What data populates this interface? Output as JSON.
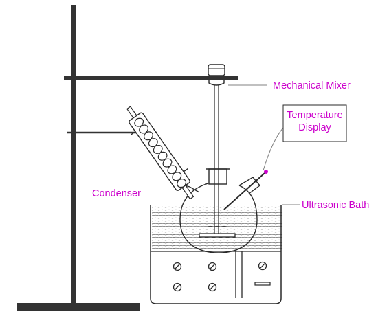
{
  "labels": {
    "mechanical_mixer": "Mechanical Mixer",
    "temperature_display_line1": "Temperature",
    "temperature_display_line2": "Display",
    "condenser": "Condenser",
    "ultrasonic_bath": "Ultrasonic Bath"
  },
  "colors": {
    "label_text": "#cc00cc",
    "leader_line": "#808080",
    "stand": "#333333",
    "outline": "#2a2a2a",
    "thermometer_tip": "#cc00cc"
  }
}
